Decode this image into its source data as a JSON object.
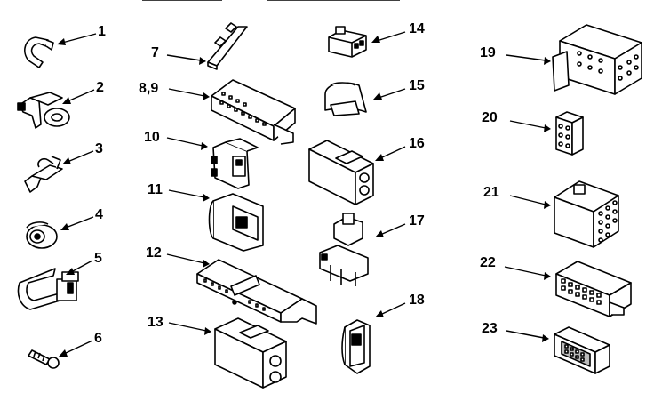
{
  "parts": [
    {
      "id": "p1",
      "label": "1",
      "icon": "clip-icon"
    },
    {
      "id": "p2",
      "label": "2",
      "icon": "clamp-icon"
    },
    {
      "id": "p3",
      "label": "3",
      "icon": "clip-icon"
    },
    {
      "id": "p4",
      "label": "4",
      "icon": "grommet-icon"
    },
    {
      "id": "p5",
      "label": "5",
      "icon": "clamp-icon"
    },
    {
      "id": "p6",
      "label": "6",
      "icon": "screw-icon"
    },
    {
      "id": "p7",
      "label": "7",
      "icon": "strip-icon"
    },
    {
      "id": "p89",
      "label": "8,9",
      "icon": "connector-housing-icon"
    },
    {
      "id": "p10",
      "label": "10",
      "icon": "connector-icon"
    },
    {
      "id": "p11",
      "label": "11",
      "icon": "connector-icon"
    },
    {
      "id": "p12",
      "label": "12",
      "icon": "connector-strip-icon"
    },
    {
      "id": "p13",
      "label": "13",
      "icon": "connector-icon"
    },
    {
      "id": "p14",
      "label": "14",
      "icon": "plug-icon"
    },
    {
      "id": "p15",
      "label": "15",
      "icon": "wire-tie-icon"
    },
    {
      "id": "p16",
      "label": "16",
      "icon": "connector-icon"
    },
    {
      "id": "p17",
      "label": "17",
      "icon": "terminal-block-icon"
    },
    {
      "id": "p18",
      "label": "18",
      "icon": "retainer-icon"
    },
    {
      "id": "p19",
      "label": "19",
      "icon": "connector-housing-icon"
    },
    {
      "id": "p20",
      "label": "20",
      "icon": "plug-icon"
    },
    {
      "id": "p21",
      "label": "21",
      "icon": "connector-housing-icon"
    },
    {
      "id": "p22",
      "label": "22",
      "icon": "connector-housing-icon"
    },
    {
      "id": "p23",
      "label": "23",
      "icon": "connector-housing-icon"
    }
  ]
}
